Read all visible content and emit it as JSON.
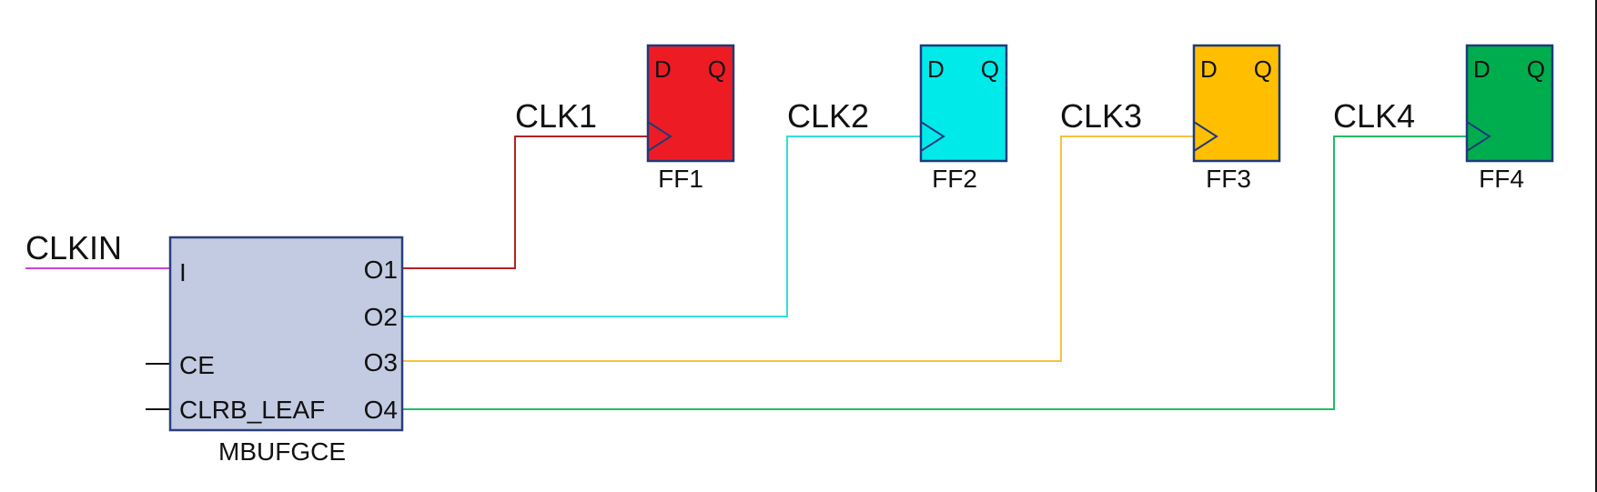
{
  "diagram": {
    "type": "schematic",
    "input_net": {
      "label": "CLKIN",
      "color": "#cc44dd"
    },
    "buffer": {
      "name": "MBUFGCE",
      "fill": "#c3cbe2",
      "stroke": "#2a3f7a",
      "inputs": [
        "I",
        "CE",
        "CLRB_LEAF"
      ],
      "outputs": [
        "O1",
        "O2",
        "O3",
        "O4"
      ]
    },
    "flipflops": [
      {
        "name": "FF1",
        "net": "CLK1",
        "fill": "#ed1c24",
        "wire": "#b22222",
        "pin_d": "D",
        "pin_q": "Q"
      },
      {
        "name": "FF2",
        "net": "CLK2",
        "fill": "#00eaea",
        "wire": "#33dddd",
        "pin_d": "D",
        "pin_q": "Q"
      },
      {
        "name": "FF3",
        "net": "CLK3",
        "fill": "#ffbf00",
        "wire": "#f5c242",
        "pin_d": "D",
        "pin_q": "Q"
      },
      {
        "name": "FF4",
        "net": "CLK4",
        "fill": "#00ad4e",
        "wire": "#22bb66",
        "pin_d": "D",
        "pin_q": "Q"
      }
    ]
  }
}
